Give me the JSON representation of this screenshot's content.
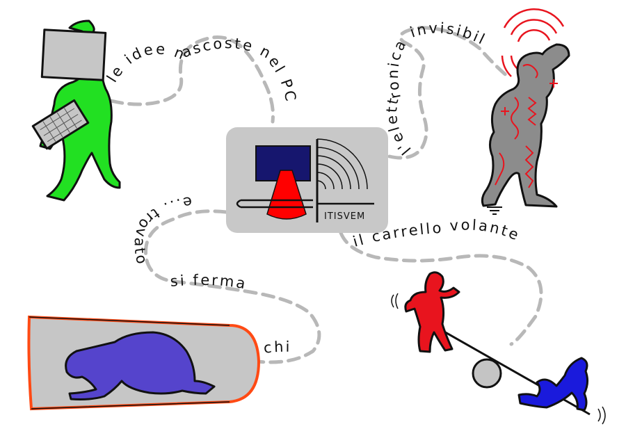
{
  "phrases": {
    "idee": "le idee nascoste nel PC",
    "elettronica": "l'elettronica invisibile",
    "carrello": "il carrello volante",
    "trovato": "e... trovato",
    "ferma": "si ferma",
    "chi": "chi"
  },
  "logo": {
    "label": "ITISVEM",
    "colors": {
      "panel": "#c8c8c8",
      "screen": "#16166e",
      "beam": "#ff0000"
    }
  },
  "figures": {
    "computer_man": {
      "icon": "green-man-with-monitor-and-keyboard",
      "color": "#22e022"
    },
    "electronics_man": {
      "icon": "grey-man-with-red-circuits",
      "color": "#8c8c8c",
      "accent": "#e8141e"
    },
    "seesaw": {
      "icon": "red-and-blue-men-on-seesaw",
      "red": "#e8141e",
      "blue": "#1a1adc",
      "pivot": "#c4c4c4"
    },
    "tube": {
      "icon": "purple-man-crawling-in-tube",
      "color": "#5544cc",
      "rim": "#ff4a14"
    }
  },
  "path_color": "#b8b8b8"
}
